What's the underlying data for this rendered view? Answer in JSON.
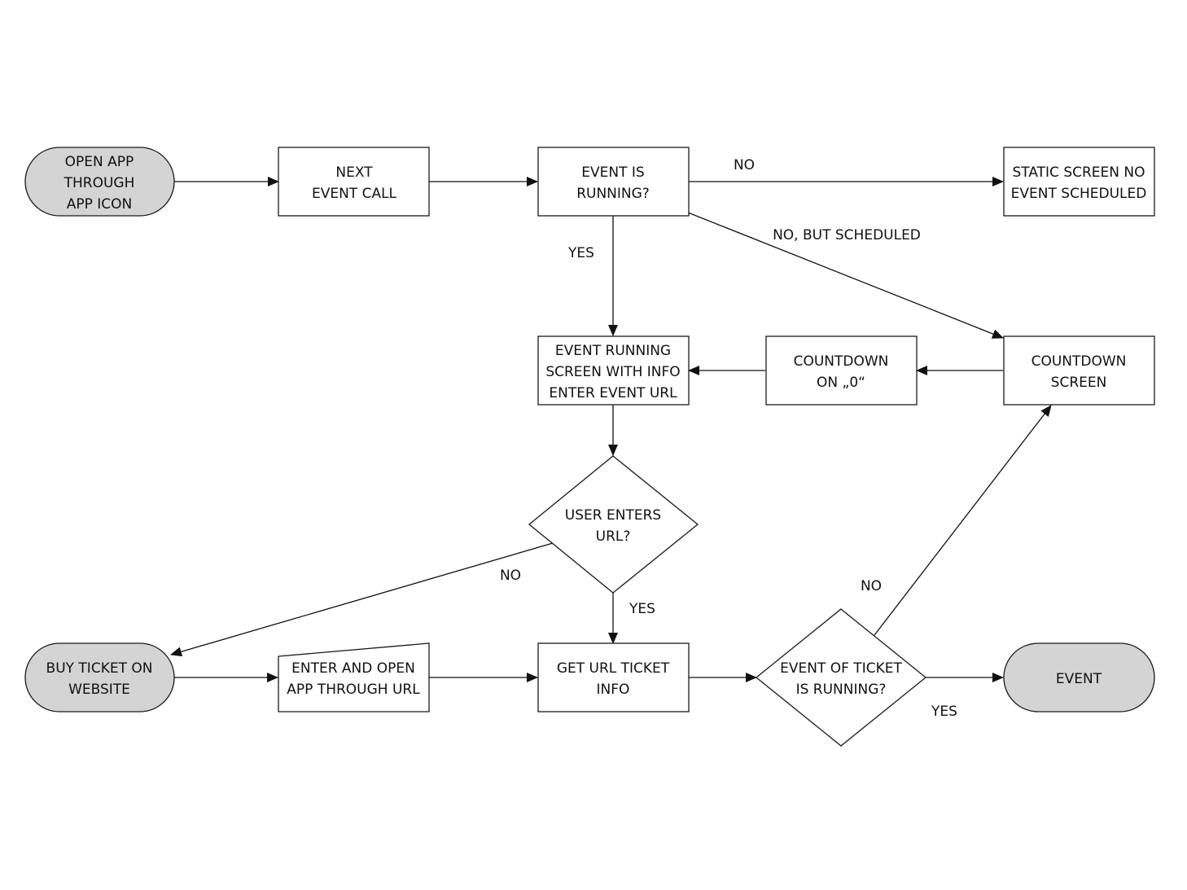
{
  "colors": {
    "terminal_fill": "#d4d4d4",
    "box_fill": "#ffffff",
    "stroke": "#111111",
    "background": "#ffffff"
  },
  "nodes": {
    "open_app": {
      "shape": "terminal",
      "lines": [
        "OPEN APP",
        "THROUGH",
        "APP ICON"
      ]
    },
    "next_event_call": {
      "shape": "process",
      "lines": [
        "NEXT",
        "EVENT CALL"
      ]
    },
    "event_is_running": {
      "shape": "process",
      "lines": [
        "EVENT IS",
        "RUNNING?"
      ]
    },
    "static_screen": {
      "shape": "process",
      "lines": [
        "STATIC SCREEN NO",
        "EVENT SCHEDULED"
      ]
    },
    "event_running_screen": {
      "shape": "process",
      "lines": [
        "EVENT RUNNING",
        "SCREEN WITH INFO",
        "ENTER EVENT URL"
      ]
    },
    "countdown_on_zero": {
      "shape": "process",
      "lines": [
        "COUNTDOWN",
        "ON „0“"
      ]
    },
    "countdown_screen": {
      "shape": "process",
      "lines": [
        "COUNTDOWN",
        "SCREEN"
      ]
    },
    "user_enters_url": {
      "shape": "decision",
      "lines": [
        "USER ENTERS",
        "URL?"
      ]
    },
    "buy_ticket": {
      "shape": "terminal",
      "lines": [
        "BUY TICKET ON",
        "WEBSITE"
      ]
    },
    "enter_and_open": {
      "shape": "manual-input",
      "lines": [
        "ENTER AND OPEN",
        "APP THROUGH URL"
      ]
    },
    "get_url_ticket_info": {
      "shape": "process",
      "lines": [
        "GET URL TICKET",
        "INFO"
      ]
    },
    "event_of_ticket_running": {
      "shape": "decision",
      "lines": [
        "EVENT OF TICKET",
        "IS RUNNING?"
      ]
    },
    "event": {
      "shape": "terminal",
      "lines": [
        "EVENT"
      ]
    }
  },
  "edge_labels": {
    "no_static": "NO",
    "no_but_scheduled": "NO, BUT SCHEDULED",
    "yes_running": "YES",
    "no_buy_ticket": "NO",
    "yes_url": "YES",
    "no_countdown": "NO",
    "yes_event": "YES"
  }
}
